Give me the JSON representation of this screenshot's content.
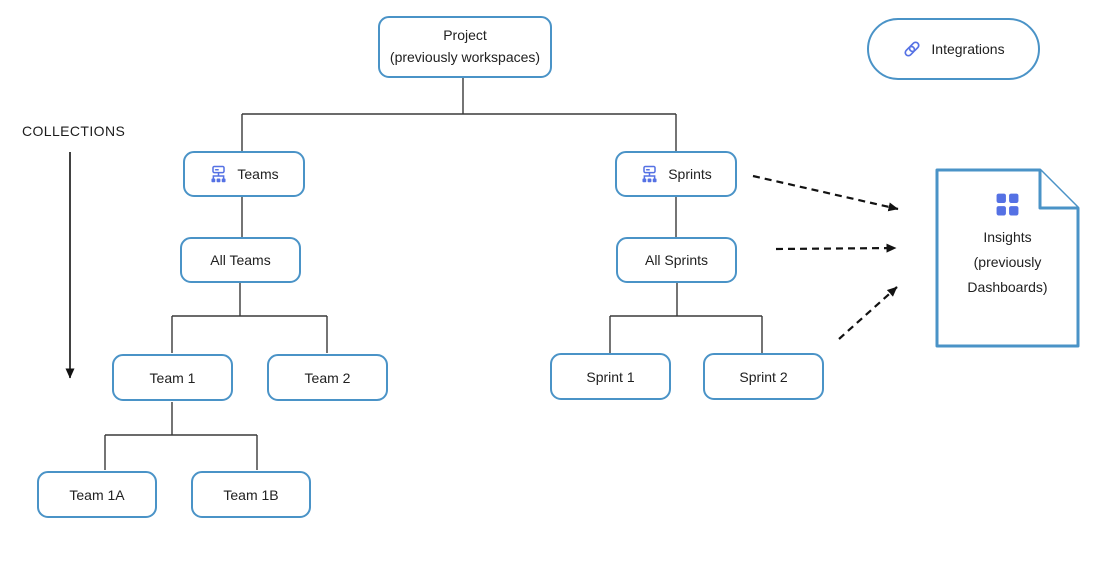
{
  "colors": {
    "box_border": "#4a93c7",
    "icon_blue": "#5571e4",
    "text": "#212121",
    "connector": "#3a3a3a",
    "arrow": "#121212",
    "background": "#ffffff"
  },
  "collections": {
    "label": "COLLECTIONS"
  },
  "nodes": {
    "project": {
      "line1": "Project",
      "line2": "(previously workspaces)"
    },
    "teams": {
      "label": "Teams",
      "icon": "sitemap-icon"
    },
    "sprints": {
      "label": "Sprints",
      "icon": "sitemap-icon"
    },
    "all_teams": {
      "label": "All Teams"
    },
    "all_sprints": {
      "label": "All Sprints"
    },
    "team1": {
      "label": "Team 1"
    },
    "team2": {
      "label": "Team 2"
    },
    "team1a": {
      "label": "Team 1A"
    },
    "team1b": {
      "label": "Team 1B"
    },
    "sprint1": {
      "label": "Sprint 1"
    },
    "sprint2": {
      "label": "Sprint 2"
    }
  },
  "integrations": {
    "label": "Integrations",
    "icon": "link-icon"
  },
  "insights": {
    "line1": "Insights",
    "line2": "(previously",
    "line3": "Dashboards)",
    "icon": "dashboard-grid-icon"
  }
}
